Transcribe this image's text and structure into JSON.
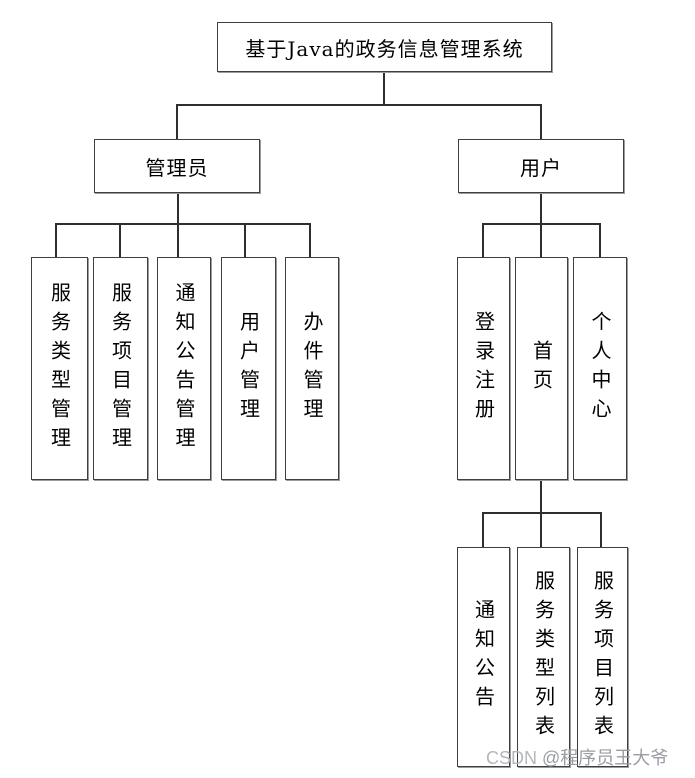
{
  "diagram": {
    "title": "基于Java的政务信息管理系统",
    "roles": [
      {
        "label": "管理员",
        "children": [
          "服务类型管理",
          "服务项目管理",
          "通知公告管理",
          "用户管理",
          "办件管理"
        ]
      },
      {
        "label": "用户",
        "children": [
          "登录注册",
          "首页",
          "个人中心"
        ]
      }
    ],
    "home_children": [
      "通知公告",
      "服务类型列表",
      "服务项目列表"
    ]
  },
  "watermark": {
    "prefix": "CSDN ",
    "author": "@程序员王大爷"
  },
  "colors": {
    "background": "#ffffff",
    "box_border": "#3f3f3f",
    "connector_line": "#2e2e2e",
    "watermark_prefix": "#b4b8bc",
    "watermark_author": "#999da3"
  }
}
